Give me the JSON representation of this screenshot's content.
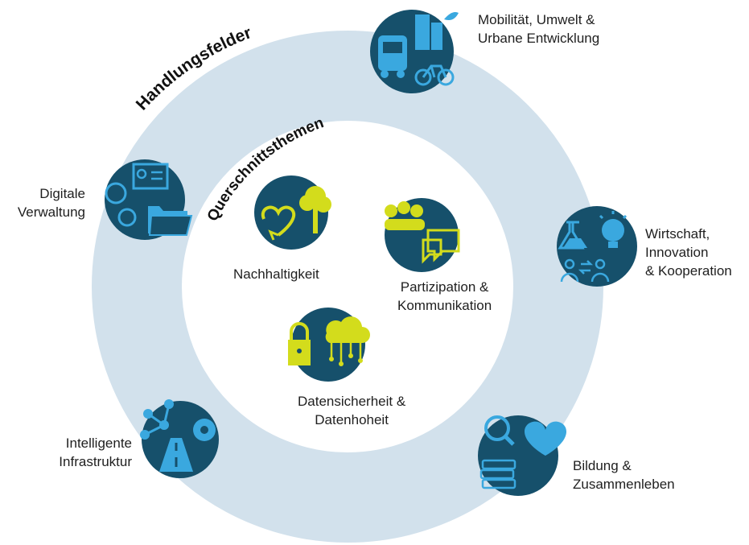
{
  "outer_ring": {
    "title": "Handlungsfelder",
    "fields": [
      {
        "id": "mobilitaet",
        "lines": [
          "Mobilität, Umwelt &",
          "Urbane Entwicklung"
        ],
        "icon": "bus-bicycle-buildings-icon"
      },
      {
        "id": "wirtschaft",
        "lines": [
          "Wirtschaft,",
          "Innovation",
          "& Kooperation"
        ],
        "icon": "flask-lightbulb-people-icon"
      },
      {
        "id": "bildung",
        "lines": [
          "Bildung &",
          "Zusammenleben"
        ],
        "icon": "magnifier-heart-books-icon"
      },
      {
        "id": "infrastruktur",
        "lines": [
          "Intelligente",
          "Infrastruktur"
        ],
        "icon": "network-road-gear-icon"
      },
      {
        "id": "verwaltung",
        "lines": [
          "Digitale",
          "Verwaltung"
        ],
        "icon": "idcard-folder-wheel-icon"
      }
    ]
  },
  "inner_area": {
    "title": "Querschnittsthemen",
    "themes": [
      {
        "id": "nachhaltigkeit",
        "lines": [
          "Nachhaltigkeit"
        ],
        "icon": "heart-recycle-tree-icon"
      },
      {
        "id": "partizipation",
        "lines": [
          "Partizipation &",
          "Kommunikation"
        ],
        "icon": "people-speech-bubbles-icon"
      },
      {
        "id": "datensicherheit",
        "lines": [
          "Datensicherheit &",
          "Datenhoheit"
        ],
        "icon": "padlock-cloud-icon"
      }
    ]
  },
  "colors": {
    "ring": "#d2e1ec",
    "navy": "#16506b",
    "sky": "#3aa8df",
    "lime": "#d3dc1c",
    "text": "#1f1f1f"
  }
}
